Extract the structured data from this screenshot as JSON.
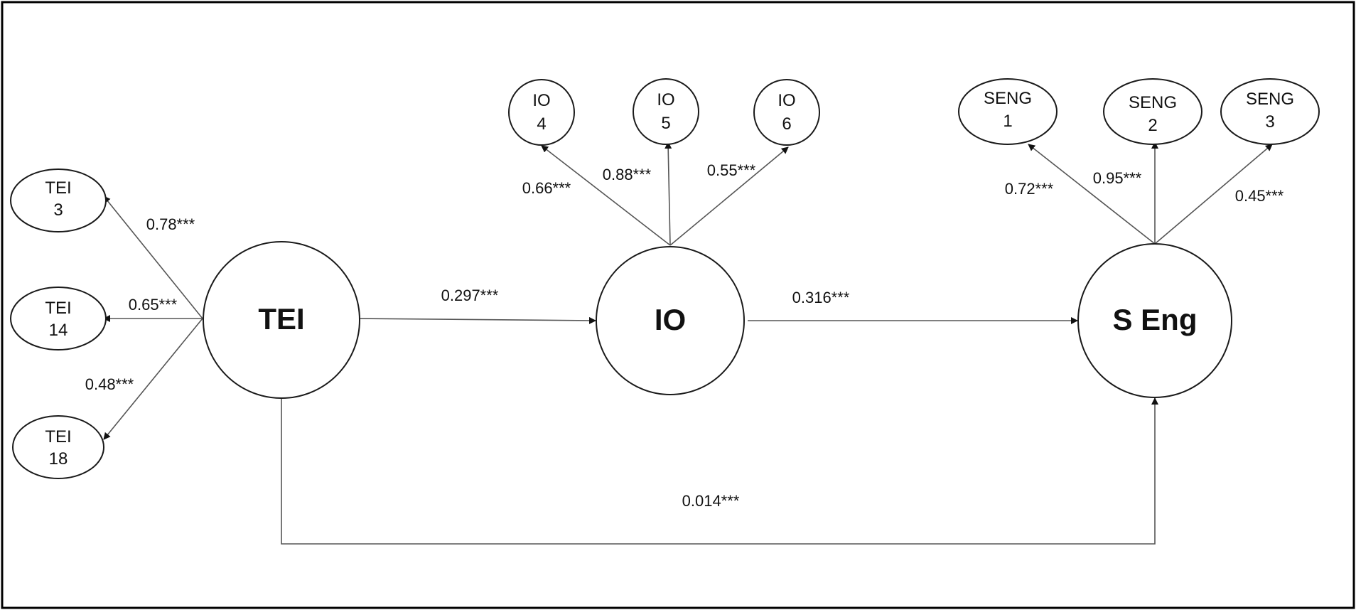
{
  "latent": {
    "tei": "TEI",
    "io": "IO",
    "seng": "S Eng"
  },
  "indicators": {
    "tei3": {
      "line1": "TEI",
      "line2": "3"
    },
    "tei14": {
      "line1": "TEI",
      "line2": "14"
    },
    "tei18": {
      "line1": "TEI",
      "line2": "18"
    },
    "io4": {
      "line1": "IO",
      "line2": "4"
    },
    "io5": {
      "line1": "IO",
      "line2": "5"
    },
    "io6": {
      "line1": "IO",
      "line2": "6"
    },
    "seng1": {
      "line1": "SENG",
      "line2": "1"
    },
    "seng2": {
      "line1": "SENG",
      "line2": "2"
    },
    "seng3": {
      "line1": "SENG",
      "line2": "3"
    }
  },
  "loadings": {
    "tei3": "0.78***",
    "tei14": "0.65***",
    "tei18": "0.48***",
    "io4": "0.66***",
    "io5": "0.88***",
    "io6": "0.55***",
    "seng1": "0.72***",
    "seng2": "0.95***",
    "seng3": "0.45***"
  },
  "paths": {
    "tei_io": "0.297***",
    "io_seng": "0.316***",
    "tei_seng": "0.014***"
  }
}
